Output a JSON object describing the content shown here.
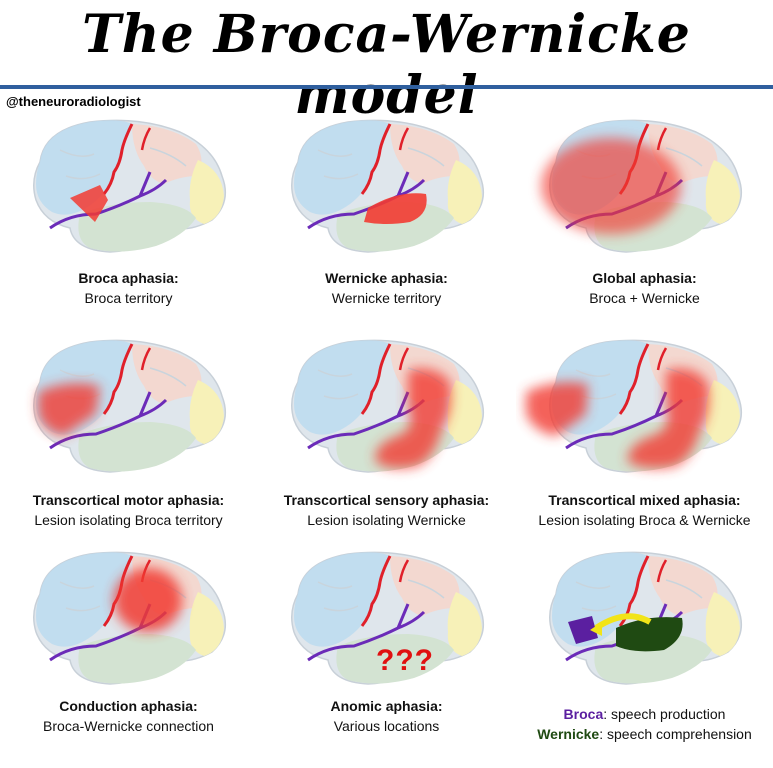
{
  "title": "The Broca-Wernicke model",
  "handle": "@theneuroradiologist",
  "colors": {
    "rule": "#2f5f9e",
    "lesion": "#f23b32",
    "broca_area": "#5b1fa0",
    "wernicke_area": "#1f4a12",
    "arcuate": "#f2e418"
  },
  "panels": [
    {
      "id": "broca",
      "title": "Broca aphasia:",
      "subtitle": "Broca territory"
    },
    {
      "id": "wernicke",
      "title": "Wernicke aphasia:",
      "subtitle": "Wernicke territory"
    },
    {
      "id": "global",
      "title": "Global aphasia:",
      "subtitle": "Broca + Wernicke"
    },
    {
      "id": "tc-motor",
      "title": "Transcortical motor aphasia:",
      "subtitle": "Lesion isolating Broca territory"
    },
    {
      "id": "tc-sensory",
      "title": "Transcortical sensory aphasia:",
      "subtitle": "Lesion isolating Wernicke"
    },
    {
      "id": "tc-mixed",
      "title": "Transcortical mixed aphasia:",
      "subtitle": "Lesion isolating Broca & Wernicke"
    },
    {
      "id": "conduction",
      "title": "Conduction aphasia:",
      "subtitle": "Broca-Wernicke connection"
    },
    {
      "id": "anomic",
      "title": "Anomic aphasia:",
      "subtitle": "Various locations",
      "marker": "???"
    }
  ],
  "legend": {
    "broca_label": "Broca",
    "broca_text": ": speech production",
    "wernicke_label": "Wernicke",
    "wernicke_text": ": speech comprehension"
  }
}
